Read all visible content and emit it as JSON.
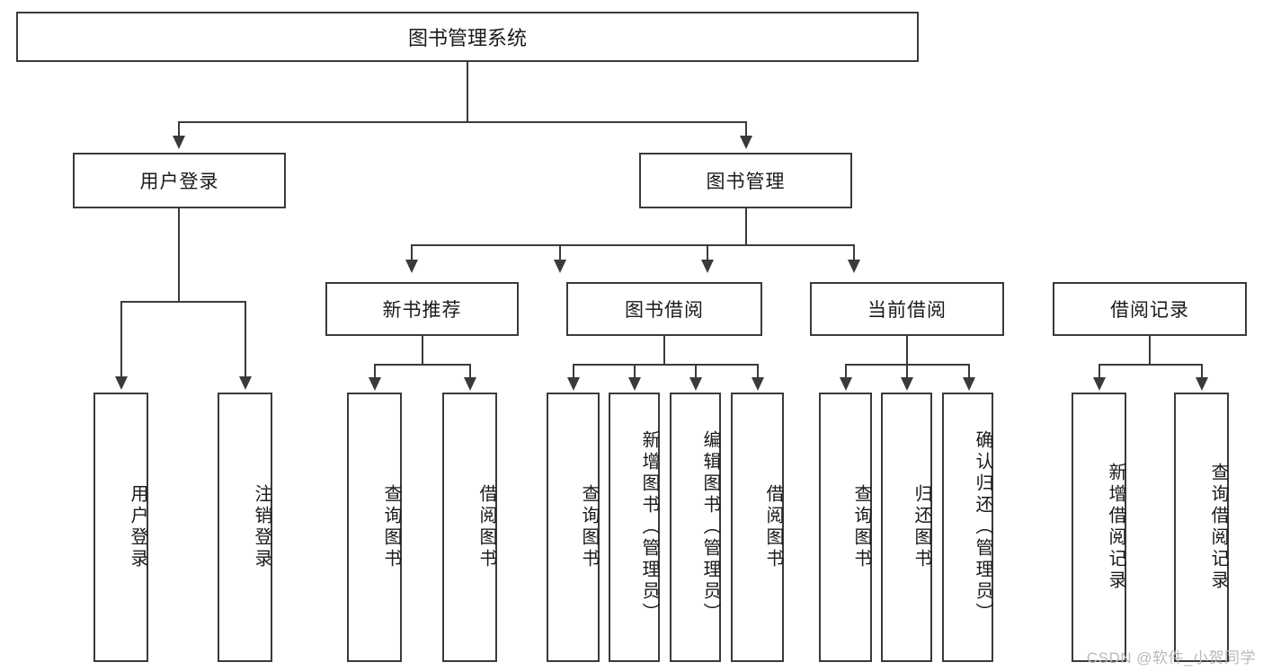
{
  "diagram": {
    "title": "图书管理系统",
    "type": "tree-hierarchy-chart",
    "orientation": "top-down",
    "colors": {
      "stroke": "#3a3a3a",
      "fill": "#ffffff",
      "text": "#1a1a1a",
      "watermark": "#b9b9b9"
    },
    "root": {
      "label": "图书管理系统"
    },
    "level2": [
      {
        "label": "用户登录"
      },
      {
        "label": "图书管理"
      }
    ],
    "level3": [
      {
        "label": "新书推荐"
      },
      {
        "label": "图书借阅"
      },
      {
        "label": "当前借阅"
      },
      {
        "label": "借阅记录"
      }
    ],
    "leaves": {
      "user_login": [
        {
          "label": "用户登录"
        },
        {
          "label": "注销登录"
        }
      ],
      "new_book_recommend": [
        {
          "label": "查询图书"
        },
        {
          "label": "借阅图书"
        }
      ],
      "book_borrow": [
        {
          "label": "查询图书"
        },
        {
          "label": "新增图书（管理员）"
        },
        {
          "label": "编辑图书（管理员）"
        },
        {
          "label": "借阅图书"
        }
      ],
      "current_borrow": [
        {
          "label": "查询图书"
        },
        {
          "label": "归还图书"
        },
        {
          "label": "确认归还（管理员）"
        }
      ],
      "borrow_record": [
        {
          "label": "新增借阅记录"
        },
        {
          "label": "查询借阅记录"
        }
      ]
    }
  },
  "watermark": {
    "text": "CSDN @软件_小贺同学"
  }
}
